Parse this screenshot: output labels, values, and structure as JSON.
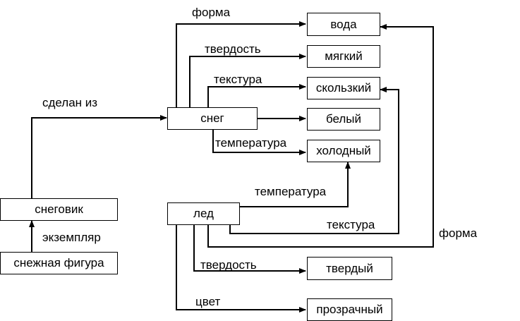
{
  "nodes": {
    "voda": "вода",
    "myagkiy": "мягкий",
    "skolzkiy": "скользкий",
    "belyy": "белый",
    "kholodnyy": "холодный",
    "sneg": "снег",
    "led": "лед",
    "snegovik": "снеговик",
    "snezhnaya_figura": "снежная фигура",
    "tverdyy": "твердый",
    "prozrachnyy": "прозрачный"
  },
  "edges": {
    "forma_top": "форма",
    "tverdost_top": "твердость",
    "tekstura_top": "текстура",
    "temperatura_top": "температура",
    "sdelan_iz": "сделан из",
    "ekzemplyar": "экземпляр",
    "temperatura_led": "температура",
    "tekstura_led": "текстура",
    "forma_led": "форма",
    "tverdost_led": "твердость",
    "tsvet": "цвет"
  }
}
